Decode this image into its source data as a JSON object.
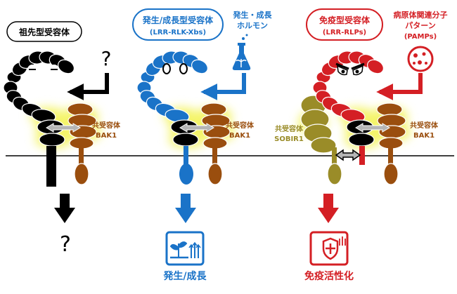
{
  "panels": {
    "ancestral": {
      "title": "祖先型受容体",
      "ligand": "?",
      "coreceptor": "共受容体",
      "coreceptor_name": "BAK1",
      "output": "?"
    },
    "development": {
      "title": "発生/成長型受容体",
      "subtitle": "(LRR-RLK-Xbs)",
      "ligand_line1": "発生・成長",
      "ligand_line2": "ホルモン",
      "coreceptor": "共受容体",
      "coreceptor_name": "BAK1",
      "output": "発生/成長"
    },
    "immune": {
      "title": "免疫型受容体",
      "subtitle": "(LRR-RLPs)",
      "ligand_line1": "病原体関連分子",
      "ligand_line2": "パターン",
      "ligand_line3": "(PAMPs)",
      "coreceptor_left": "共受容体",
      "coreceptor_left_name": "SOBIR1",
      "coreceptor_right": "共受容体",
      "coreceptor_right_name": "BAK1",
      "output": "免疫活性化"
    }
  },
  "colors": {
    "ancestral": "#000000",
    "development": "#1a73c8",
    "immune": "#d41f24",
    "coreceptor_bak1": "#9a4e0e",
    "coreceptor_sobir1": "#9a8c28",
    "glow": "#f4f46a",
    "membrane": "#000000",
    "exchange_arrow": "#b5b5b5"
  }
}
